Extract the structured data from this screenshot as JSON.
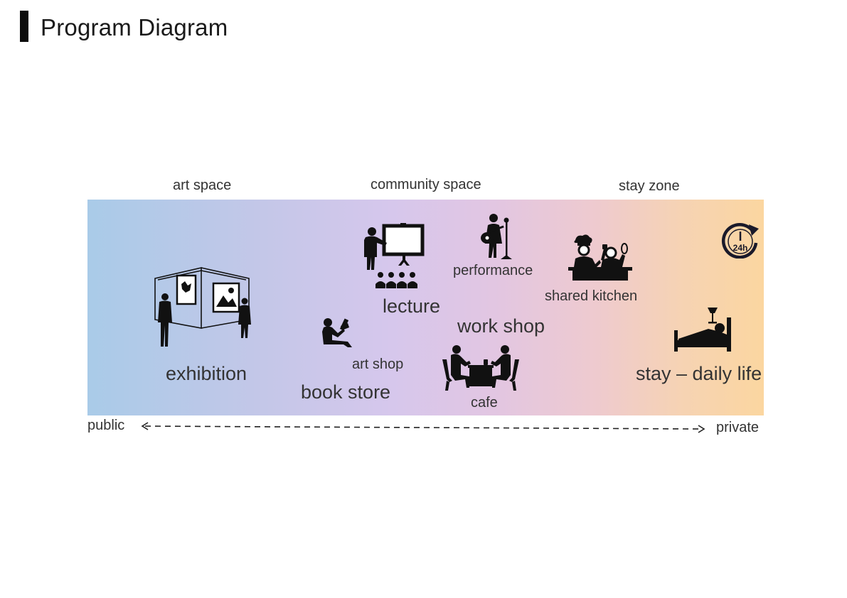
{
  "header": {
    "title": "Program Diagram"
  },
  "zones": {
    "art": "art space",
    "community": "community space",
    "stay": "stay zone"
  },
  "programs": {
    "exhibition": "exhibition",
    "lecture": "lecture",
    "performance": "performance",
    "shared_kitchen": "shared kitchen",
    "work_shop": "work shop",
    "art_shop": "art shop",
    "book_store": "book store",
    "cafe": "cafe",
    "stay_daily_life": "stay – daily life"
  },
  "badge_24h": "24h",
  "axis": {
    "left": "public",
    "right": "private"
  },
  "colors": {
    "public_end": "#a9cbe8",
    "middle": "#d6c7ec",
    "private_end": "#fbd6a0",
    "icon": "#111111"
  },
  "icons": [
    "exhibition-icon",
    "lecture-icon",
    "performance-icon",
    "shared-kitchen-icon",
    "art-shop-icon",
    "cafe-icon",
    "bed-icon",
    "clock-24h-icon"
  ]
}
